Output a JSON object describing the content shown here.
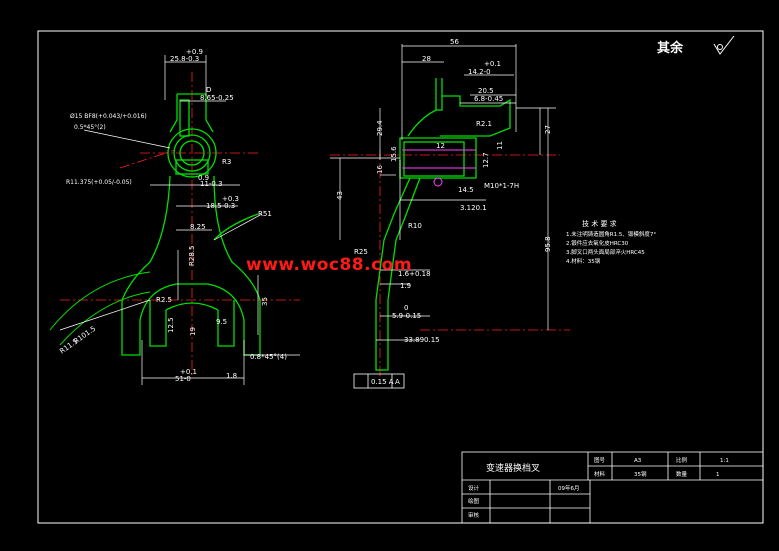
{
  "surface_note": {
    "text": "其余",
    "symbol": "roughness-symbol"
  },
  "title_block": {
    "part_name": "变速器换档叉",
    "figure_no_label": "图号",
    "figure_no": "A3",
    "scale_label": "比例",
    "scale": "1:1",
    "material_label": "材料",
    "material": "35钢",
    "quantity_label": "数量",
    "quantity": "1",
    "design_label": "设计",
    "design_date": "09年6月",
    "drawing_label": "绘图",
    "review_label": "审核"
  },
  "tech_requirements": {
    "title": "技 术 要 求",
    "lines": [
      "1.未注明铸造圆角R1.5、锻模斜度7°",
      "2.锻件应去氧化皮HRC30",
      "3.脚叉口两头面局部淬火HRC45",
      "4.材料：35钢"
    ]
  },
  "watermark": "www.woc88.com",
  "dims_left": [
    "+0.9",
    "25.8-0.3",
    "D",
    "8.65-0.25",
    "Ø15 BF8(+0.043/+0.016)",
    "0.5*45°(2)",
    "R3",
    "R11.375(+0.05/-0.05)",
    "0.9",
    "11-0.3",
    "+0.3",
    "18.5-0.3",
    "8.25",
    "R51",
    "R28.5",
    "R2.5",
    "12.5",
    "9.5",
    "19",
    "35",
    "R101.5",
    "R11.5",
    "+0.1",
    "51-0",
    "0.8*45°(4)",
    "1.8"
  ],
  "dims_right": [
    "56",
    "28",
    "+0.1",
    "14.2-0",
    "20.5",
    "6.8-0.45",
    "R2.1",
    "29.4",
    "15.6",
    "12",
    "12.7",
    "11",
    "27",
    "16",
    "43",
    "M10*1-7H",
    "14.5",
    "3.120.1",
    "R10",
    "R25",
    "1.6+0.18",
    "1.9",
    "0",
    "5.9-0.15",
    "33.890.15",
    "95.8",
    "0.15 A",
    "A"
  ]
}
